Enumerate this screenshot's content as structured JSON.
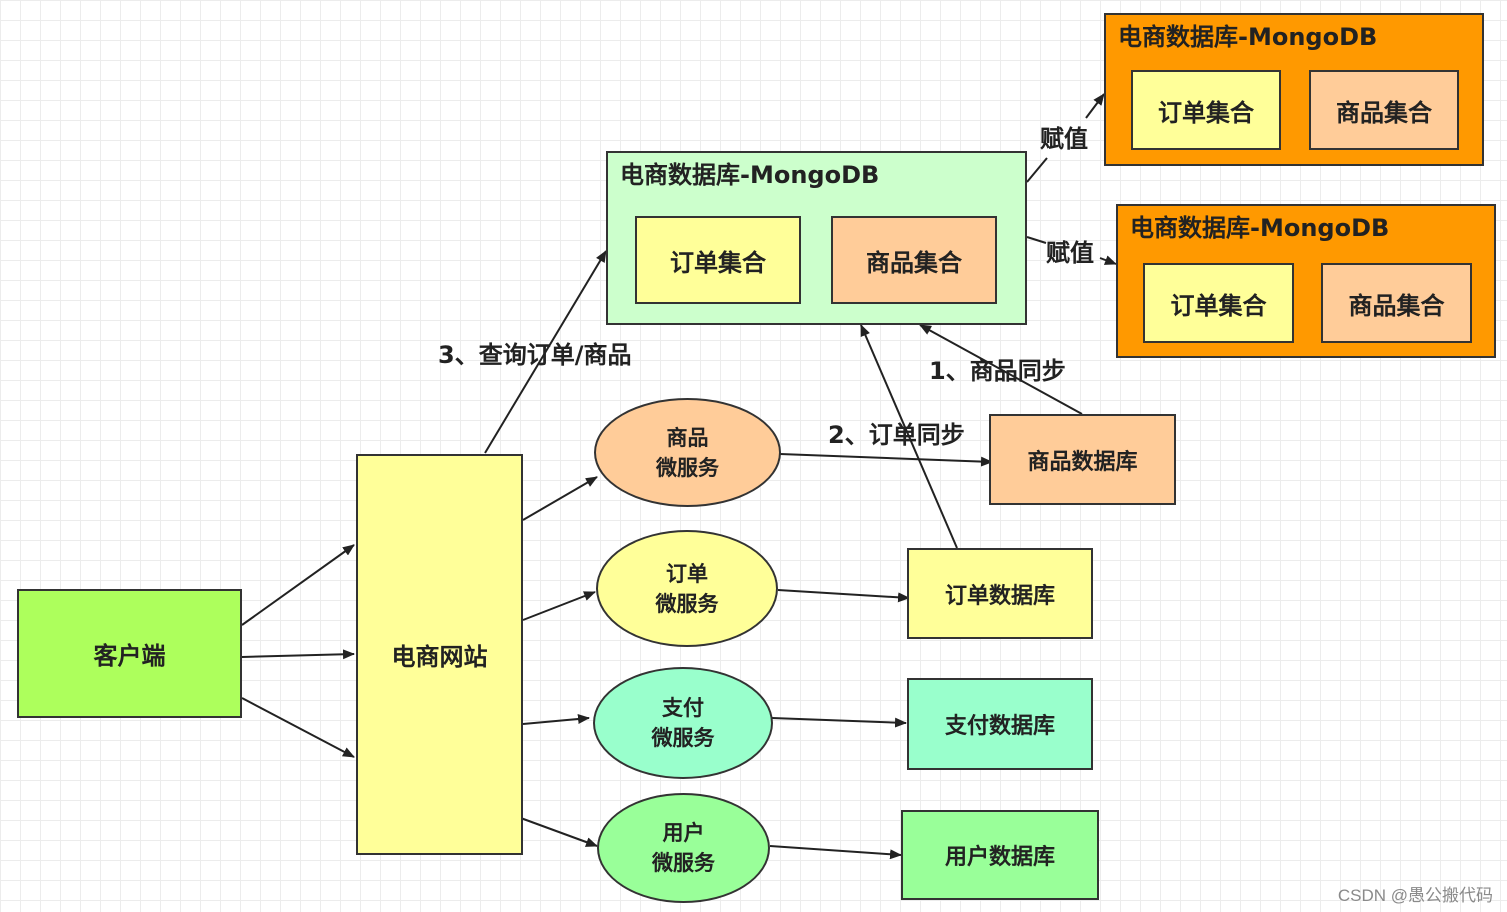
{
  "nodes": {
    "client": "客户端",
    "website": "电商网站",
    "product_service": [
      "商品",
      "微服务"
    ],
    "order_service": [
      "订单",
      "微服务"
    ],
    "payment_service": [
      "支付",
      "微服务"
    ],
    "user_service": [
      "用户",
      "微服务"
    ],
    "product_db": "商品数据库",
    "order_db": "订单数据库",
    "payment_db": "支付数据库",
    "user_db": "用户数据库"
  },
  "mongo_main": {
    "title": "电商数据库-MongoDB",
    "order_collection": "订单集合",
    "product_collection": "商品集合"
  },
  "mongo_replica_1": {
    "title": "电商数据库-MongoDB",
    "order_collection": "订单集合",
    "product_collection": "商品集合"
  },
  "mongo_replica_2": {
    "title": "电商数据库-MongoDB",
    "order_collection": "订单集合",
    "product_collection": "商品集合"
  },
  "edge_labels": {
    "query": "3、查询订单/商品",
    "product_sync": "1、商品同步",
    "order_sync": "2、订单同步",
    "assign_1": "赋值",
    "assign_2": "赋值"
  },
  "watermark": "CSDN @愚公搬代码",
  "colors": {
    "client": "#ADFF5C",
    "website": "#FFFF99",
    "product": "#FFCC99",
    "order": "#FFFF99",
    "payment": "#99FFCC",
    "user": "#99FF99",
    "mongo_main": "#CCFFCC",
    "mongo_replica": "#FF9900",
    "collection_order": "#FFFF99",
    "collection_product": "#FFCC99"
  }
}
